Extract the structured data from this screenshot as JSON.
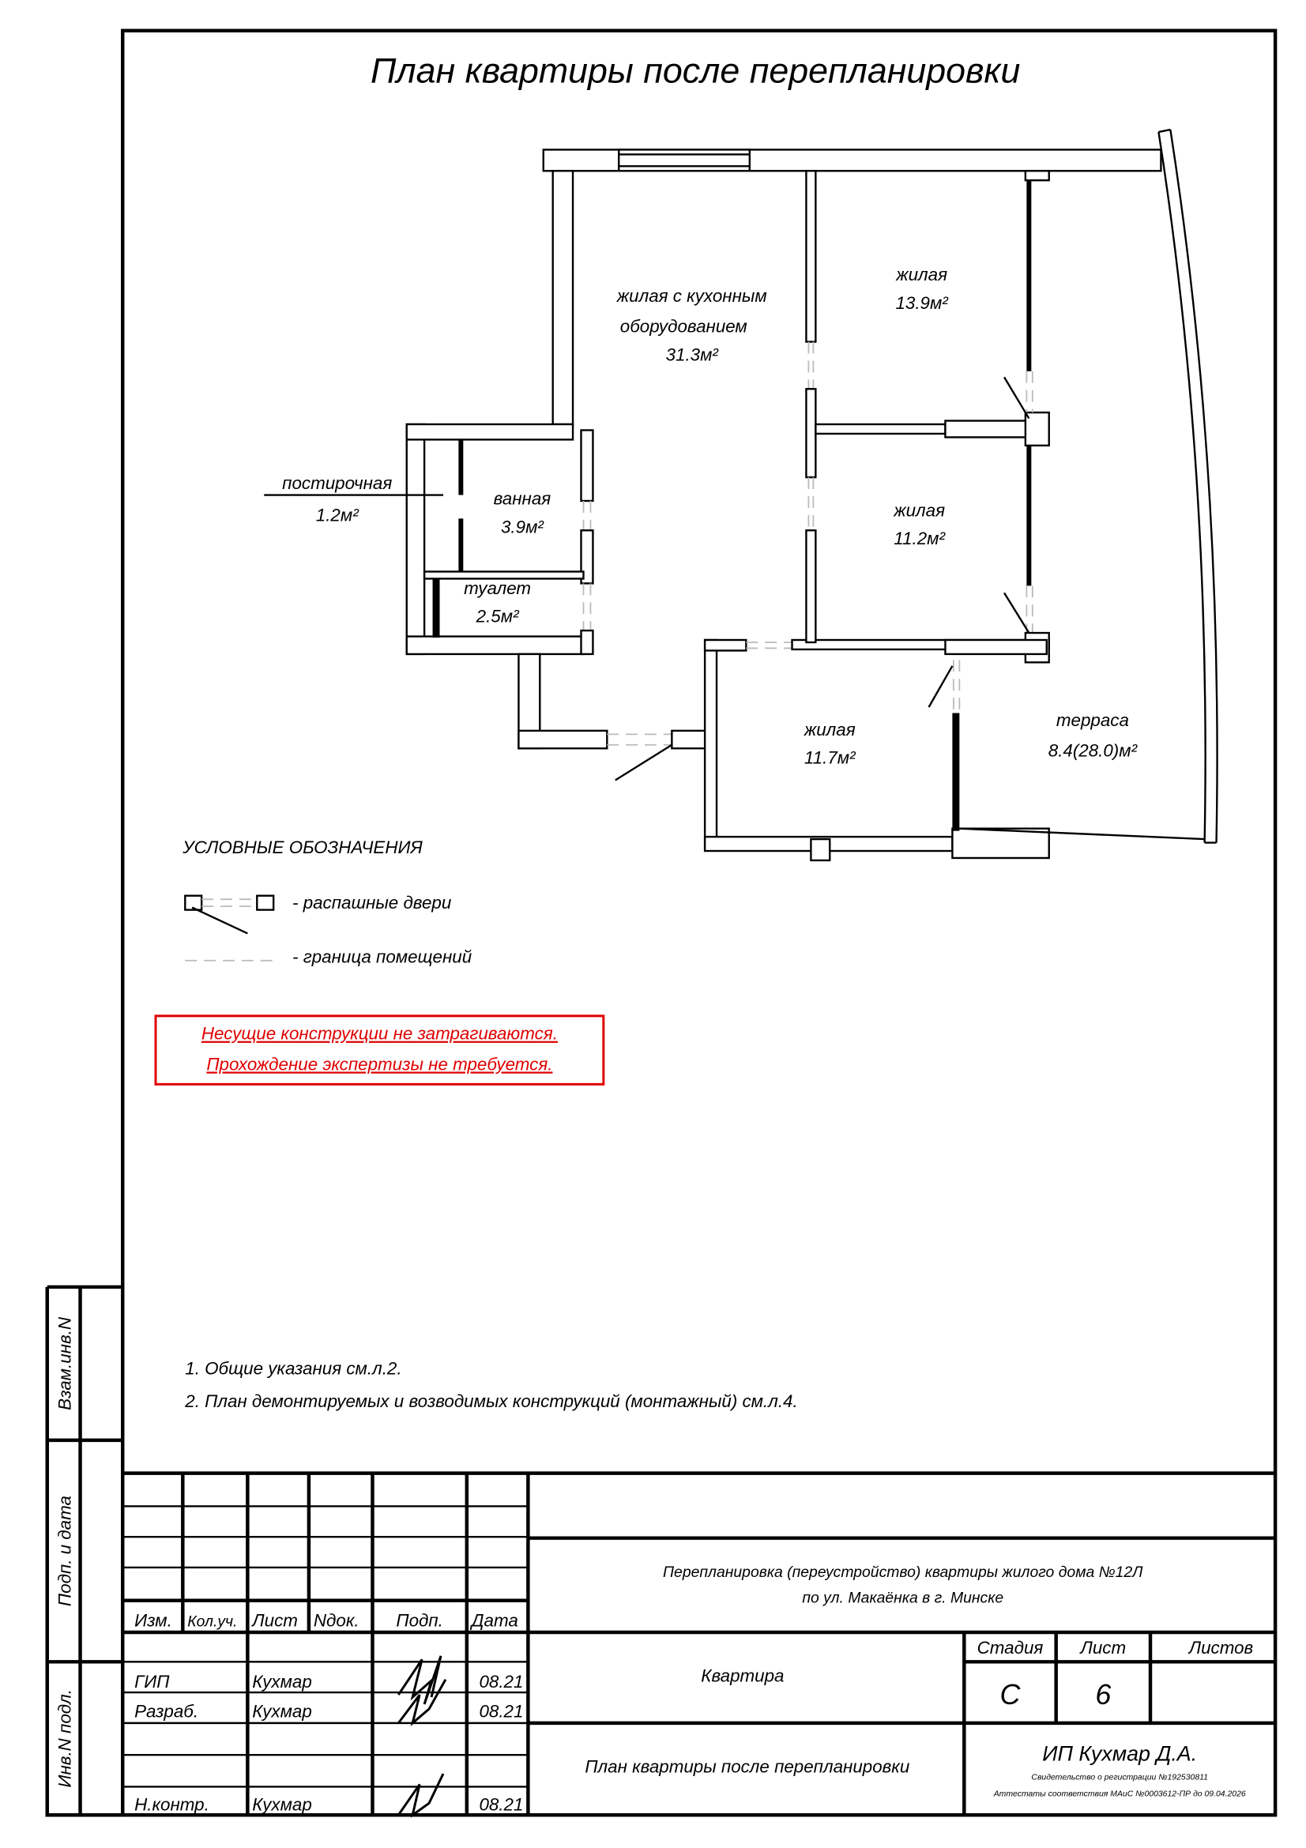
{
  "sheet": {
    "title": "План квартиры после перепланировки"
  },
  "plan": {
    "rooms": [
      {
        "name_lines": [
          "жилая с кухонным",
          "оборудованием"
        ],
        "area": "31.3м²"
      },
      {
        "name": "жилая",
        "area": "13.9м²"
      },
      {
        "name": "жилая",
        "area": "11.2м²"
      },
      {
        "name": "ванная",
        "area": "3.9м²"
      },
      {
        "name": "туалет",
        "area": "2.5м²"
      },
      {
        "name": "постирочная",
        "area": "1.2м²"
      },
      {
        "name": "жилая",
        "area": "11.7м²"
      },
      {
        "name": "терраса",
        "area": "8.4(28.0)м²"
      }
    ]
  },
  "legend": {
    "title": "УСЛОВНЫЕ ОБОЗНАЧЕНИЯ",
    "items": [
      {
        "icon": "swing-door-icon",
        "label": "- распашные двери"
      },
      {
        "icon": "room-boundary-icon",
        "label": "- граница помещений"
      }
    ]
  },
  "warning": {
    "color": "#e00000",
    "lines": [
      "Несущие конструкции не затрагиваются.",
      "Прохождение экспертизы не требуется."
    ]
  },
  "notes": [
    "1.  Общие указания см.л.2.",
    "2.  План демонтируемых и возводимых конструкций (монтажный) см.л.4."
  ],
  "side_stamp": [
    "Взам.инв.N",
    "Подп. и дата",
    "Инв.N подл."
  ],
  "title_block": {
    "headers": [
      "Изм.",
      "Кол.уч.",
      "Лист",
      "Nдок.",
      "Подп.",
      "Дата"
    ],
    "signers": [
      {
        "role": "ГИП",
        "name": "Кухмар",
        "date": "08.21"
      },
      {
        "role": "Разраб.",
        "name": "Кухмар",
        "date": "08.21"
      },
      {
        "role": "Н.контр.",
        "name": "Кухмар",
        "date": "08.21"
      }
    ],
    "project_lines": [
      "Перепланировка (переустройство) квартиры жилого дома №12Л",
      "по ул. Макаёнка в г. Минске"
    ],
    "object": "Квартира",
    "drawing": "План квартиры после перепланировки",
    "stage_label": "Стадия",
    "sheet_label": "Лист",
    "sheets_label": "Листов",
    "stage": "С",
    "sheet": "6",
    "company": "ИП Кухмар Д.А.",
    "registration": "Свидетельство о регистрации №192530811",
    "attestation": "Аттестаты соответствия МАиС №0003612-ПР до 09.04.2026"
  }
}
